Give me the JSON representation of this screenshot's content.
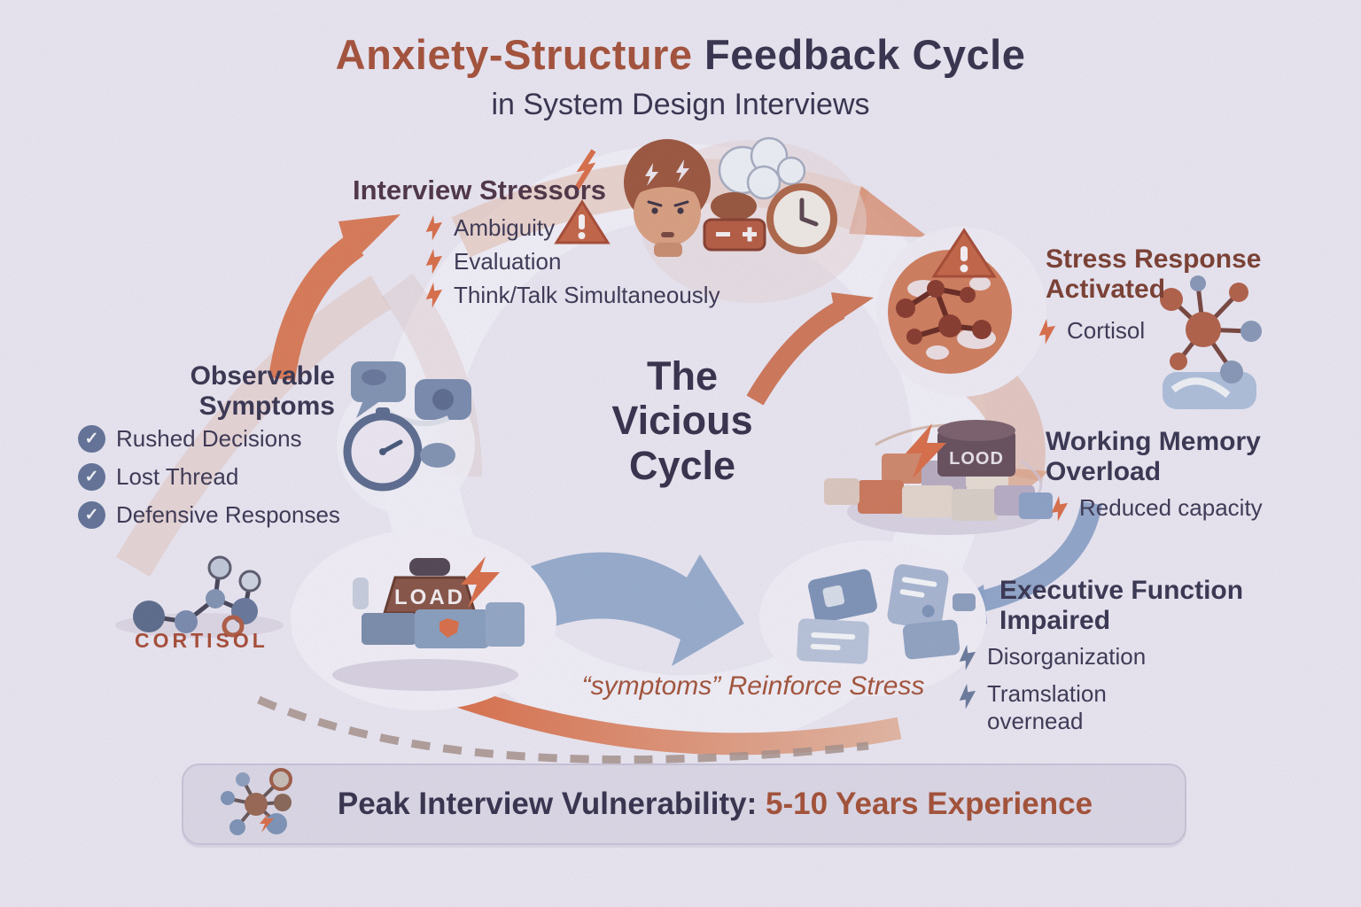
{
  "title": {
    "accent": "Anxiety-Structure",
    "main": " Feedback Cycle",
    "subtitle": "in System Design Interviews"
  },
  "center_label": {
    "line1": "The",
    "line2": "Vicious",
    "line3": "Cycle"
  },
  "nodes": {
    "interview_stressors": {
      "heading": "Interview Stressors",
      "items": [
        "Ambiguity",
        "Evaluation",
        "Think/Talk Simultaneously"
      ]
    },
    "stress_response": {
      "heading": [
        "Stress Response",
        "Activated"
      ],
      "items": [
        "Cortisol"
      ]
    },
    "working_memory": {
      "heading": [
        "Working Memory",
        "Overload"
      ],
      "items": [
        "Reduced capacity"
      ]
    },
    "executive_function": {
      "heading": [
        "Executive Function",
        "Impaired"
      ],
      "items": [
        "Disorganization",
        "Tramslation overnead"
      ]
    },
    "observable_symptoms": {
      "heading": [
        "Observable",
        "Symptoms"
      ],
      "items": [
        "Rushed Decisions",
        "Lost Thread",
        "Defensive Responses"
      ]
    },
    "cortisol_molecule_label": "CORTISOL",
    "load_machine_label": "LOAD",
    "load_barrel_label": "LOOD"
  },
  "annotations": {
    "reinforce_note": "“symptoms” Reinforce Stress"
  },
  "banner": {
    "label": "Peak Interview Vulnerability:",
    "value": "5-10 Years Experience"
  },
  "icons": {
    "check": "✓"
  },
  "colors": {
    "background": "#e9e6f2",
    "accent_orange": "#d97b5a",
    "accent_brown": "#a6553f",
    "navy_text": "#3d3a56",
    "maroon_heading": "#7d4337",
    "blue_arrow": "#8ba2c8",
    "slate_icon": "#6e7d9e",
    "banner_fill": "#dcd8e7"
  }
}
